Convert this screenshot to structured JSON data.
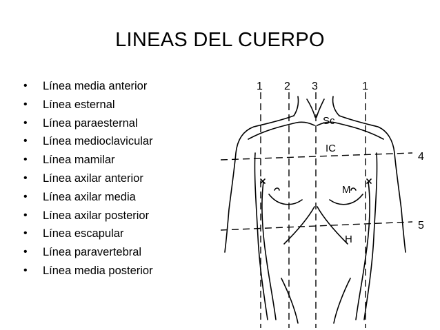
{
  "title": "LINEAS DEL CUERPO",
  "bullets": [
    "Línea media anterior",
    "Línea esternal",
    "Línea paraesternal",
    "Línea medioclavicular",
    "Línea mamilar",
    "Línea axilar anterior",
    "Línea axilar media",
    "Línea axilar posterior",
    "Línea escapular",
    "Línea paravertebral",
    "Línea media posterior"
  ],
  "figure": {
    "vertical_line_labels": [
      "1",
      "2",
      "3",
      "1"
    ],
    "horizontal_line_labels": [
      "4",
      "5"
    ],
    "region_labels": {
      "supraclavicular": "Sc",
      "infraclavicular": "IC",
      "mammary": "M",
      "hypochondrium": "H"
    }
  }
}
